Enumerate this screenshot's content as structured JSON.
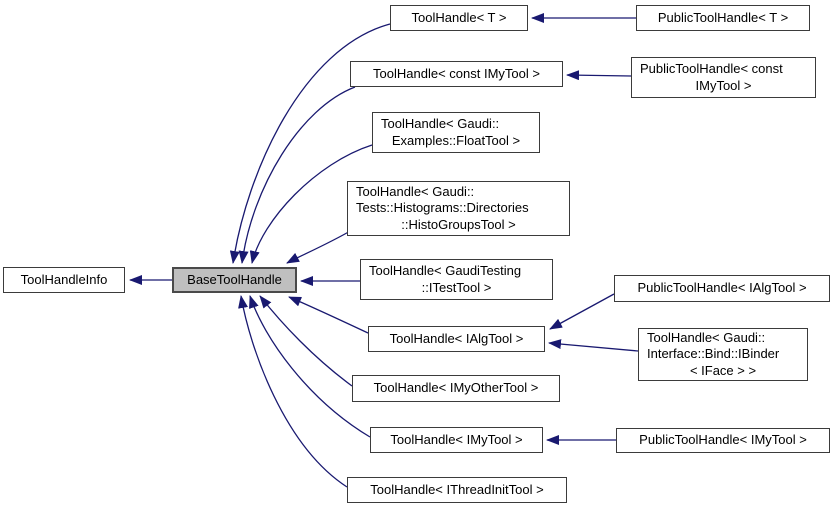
{
  "diagram": {
    "kind": "class-inheritance-graph",
    "colors": {
      "background": "#ffffff",
      "edge": "#191970",
      "node_fill": "#ffffff",
      "node_border": "#3b3b3b",
      "highlight_fill": "#bfbfbf",
      "highlight_border": "#4a4a4a",
      "text": "#000000"
    }
  },
  "nodes": [
    {
      "id": "toolhandleinfo",
      "label": "ToolHandleInfo",
      "lines": [
        "ToolHandleInfo"
      ],
      "highlighted": false
    },
    {
      "id": "basetoolhandle",
      "label": "BaseToolHandle",
      "lines": [
        "BaseToolHandle"
      ],
      "highlighted": true
    },
    {
      "id": "toolhandle-t",
      "label": "ToolHandle< T >",
      "lines": [
        "ToolHandle< T >"
      ],
      "highlighted": false
    },
    {
      "id": "public-toolhandle-t",
      "label": "PublicToolHandle< T >",
      "lines": [
        "PublicToolHandle< T >"
      ],
      "highlighted": false
    },
    {
      "id": "toolhandle-const-imytool",
      "label": "ToolHandle< const IMyTool >",
      "lines": [
        "ToolHandle< const IMyTool >"
      ],
      "highlighted": false
    },
    {
      "id": "public-toolhandle-const-imytool",
      "label": "PublicToolHandle< const IMyTool >",
      "lines": [
        "PublicToolHandle< const",
        "IMyTool >"
      ],
      "highlighted": false
    },
    {
      "id": "toolhandle-floattool",
      "label": "ToolHandle< Gaudi::Examples::FloatTool >",
      "lines": [
        "ToolHandle< Gaudi::",
        "Examples::FloatTool >"
      ],
      "highlighted": false
    },
    {
      "id": "toolhandle-histogroupstool",
      "label": "ToolHandle< Gaudi::Tests::Histograms::Directories::HistoGroupsTool >",
      "lines": [
        "ToolHandle< Gaudi::",
        "Tests::Histograms::Directories",
        "::HistoGroupsTool >"
      ],
      "highlighted": false
    },
    {
      "id": "toolhandle-itesttool",
      "label": "ToolHandle< GaudiTesting::ITestTool >",
      "lines": [
        "ToolHandle< GaudiTesting",
        "::ITestTool >"
      ],
      "highlighted": false
    },
    {
      "id": "toolhandle-ialgtool",
      "label": "ToolHandle< IAlgTool >",
      "lines": [
        "ToolHandle< IAlgTool >"
      ],
      "highlighted": false
    },
    {
      "id": "public-toolhandle-ialgtool",
      "label": "PublicToolHandle< IAlgTool >",
      "lines": [
        "PublicToolHandle< IAlgTool >"
      ],
      "highlighted": false
    },
    {
      "id": "toolhandle-ibinder",
      "label": "ToolHandle< Gaudi::Interface::Bind::IBinder< IFace > >",
      "lines": [
        "ToolHandle< Gaudi::",
        "Interface::Bind::IBinder",
        "< IFace > >"
      ],
      "highlighted": false
    },
    {
      "id": "toolhandle-imyothertool",
      "label": "ToolHandle< IMyOtherTool >",
      "lines": [
        "ToolHandle< IMyOtherTool >"
      ],
      "highlighted": false
    },
    {
      "id": "toolhandle-imytool",
      "label": "ToolHandle< IMyTool >",
      "lines": [
        "ToolHandle< IMyTool >"
      ],
      "highlighted": false
    },
    {
      "id": "public-toolhandle-imytool",
      "label": "PublicToolHandle< IMyTool >",
      "lines": [
        "PublicToolHandle< IMyTool >"
      ],
      "highlighted": false
    },
    {
      "id": "toolhandle-ithreadinittool",
      "label": "ToolHandle< IThreadInitTool >",
      "lines": [
        "ToolHandle< IThreadInitTool >"
      ],
      "highlighted": false
    }
  ],
  "edges": [
    {
      "from": "BaseToolHandle",
      "to": "ToolHandleInfo"
    },
    {
      "from": "ToolHandle< T >",
      "to": "BaseToolHandle"
    },
    {
      "from": "ToolHandle< const IMyTool >",
      "to": "BaseToolHandle"
    },
    {
      "from": "ToolHandle< Gaudi::Examples::FloatTool >",
      "to": "BaseToolHandle"
    },
    {
      "from": "ToolHandle< Gaudi::Tests::Histograms::Directories::HistoGroupsTool >",
      "to": "BaseToolHandle"
    },
    {
      "from": "ToolHandle< GaudiTesting::ITestTool >",
      "to": "BaseToolHandle"
    },
    {
      "from": "ToolHandle< IAlgTool >",
      "to": "BaseToolHandle"
    },
    {
      "from": "ToolHandle< IMyOtherTool >",
      "to": "BaseToolHandle"
    },
    {
      "from": "ToolHandle< IMyTool >",
      "to": "BaseToolHandle"
    },
    {
      "from": "ToolHandle< IThreadInitTool >",
      "to": "BaseToolHandle"
    },
    {
      "from": "PublicToolHandle< T >",
      "to": "ToolHandle< T >"
    },
    {
      "from": "PublicToolHandle< const IMyTool >",
      "to": "ToolHandle< const IMyTool >"
    },
    {
      "from": "PublicToolHandle< IAlgTool >",
      "to": "ToolHandle< IAlgTool >"
    },
    {
      "from": "ToolHandle< Gaudi::Interface::Bind::IBinder< IFace > >",
      "to": "ToolHandle< IAlgTool >"
    },
    {
      "from": "PublicToolHandle< IMyTool >",
      "to": "ToolHandle< IMyTool >"
    }
  ]
}
